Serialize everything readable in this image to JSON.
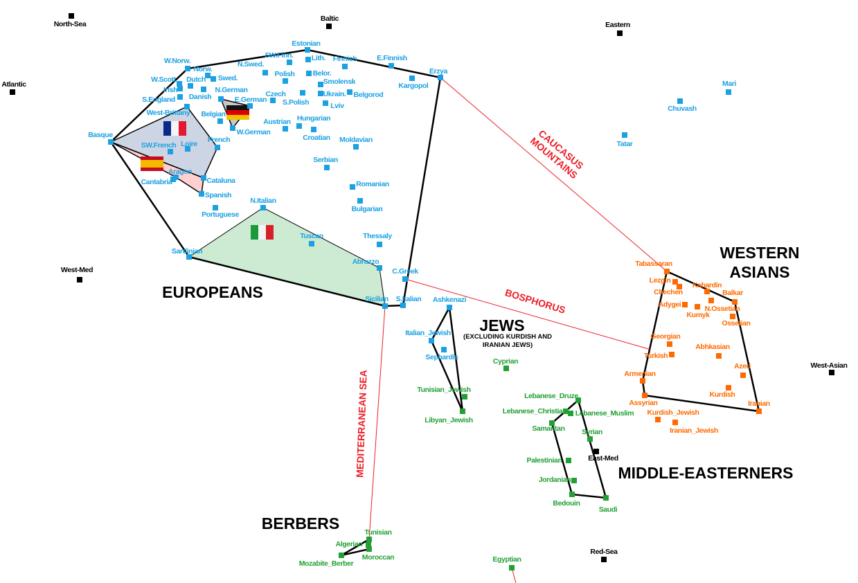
{
  "colors": {
    "europe": "#1ba1e2",
    "westasia": "#ff6a00",
    "mideast": "#22a035",
    "ref": "#000000",
    "hull": "#000000",
    "route": "#ee1c25"
  },
  "points": [
    {
      "label": "North-Sea",
      "group": "ref"
    },
    {
      "label": "Baltic",
      "group": "ref"
    },
    {
      "label": "Eastern",
      "group": "ref"
    },
    {
      "label": "Atlantic",
      "group": "ref"
    },
    {
      "label": "West-Med",
      "group": "ref"
    },
    {
      "label": "West-Asian",
      "group": "ref"
    },
    {
      "label": "Red-Sea",
      "group": "ref"
    },
    {
      "label": "East-Med",
      "group": "ref"
    },
    {
      "label": "Estonian",
      "group": "europe"
    },
    {
      "label": "W.Norw.",
      "group": "europe"
    },
    {
      "label": "Norw.",
      "group": "europe"
    },
    {
      "label": "Swed.",
      "group": "europe"
    },
    {
      "label": "SW.Finn.",
      "group": "europe"
    },
    {
      "label": "N.Swed.",
      "group": "europe"
    },
    {
      "label": "Lith.",
      "group": "europe"
    },
    {
      "label": "Finnish",
      "group": "europe"
    },
    {
      "label": "E.Finnish",
      "group": "europe"
    },
    {
      "label": "Kargopol",
      "group": "europe"
    },
    {
      "label": "Erzya",
      "group": "europe"
    },
    {
      "label": "Polish",
      "group": "europe"
    },
    {
      "label": "Belor.",
      "group": "europe"
    },
    {
      "label": "W.Scott",
      "group": "europe"
    },
    {
      "label": "Irish",
      "group": "europe"
    },
    {
      "label": "Dutch",
      "group": "europe"
    },
    {
      "label": "Danish",
      "group": "europe"
    },
    {
      "label": "N.German",
      "group": "europe"
    },
    {
      "label": "S.England",
      "group": "europe"
    },
    {
      "label": "Smolensk",
      "group": "europe"
    },
    {
      "label": "Czech",
      "group": "europe"
    },
    {
      "label": "Ukrain.",
      "group": "europe"
    },
    {
      "label": "Belgorod",
      "group": "europe"
    },
    {
      "label": "E.German",
      "group": "europe"
    },
    {
      "label": "S.Polish",
      "group": "europe"
    },
    {
      "label": "Lviv",
      "group": "europe"
    },
    {
      "label": "West-Brittany",
      "group": "europe"
    },
    {
      "label": "Belgian",
      "group": "europe"
    },
    {
      "label": "W.German",
      "group": "europe"
    },
    {
      "label": "Austrian",
      "group": "europe"
    },
    {
      "label": "Hungarian",
      "group": "europe"
    },
    {
      "label": "Croatian",
      "group": "europe"
    },
    {
      "label": "Moldavian",
      "group": "europe"
    },
    {
      "label": "Basque",
      "group": "europe"
    },
    {
      "label": "SW.French",
      "group": "europe"
    },
    {
      "label": "Loire",
      "group": "europe"
    },
    {
      "label": "French",
      "group": "europe"
    },
    {
      "label": "Serbian",
      "group": "europe"
    },
    {
      "label": "Aragon",
      "group": "europe"
    },
    {
      "label": "Cantabria",
      "group": "europe"
    },
    {
      "label": "Cataluna",
      "group": "europe"
    },
    {
      "label": "Spanish",
      "group": "europe"
    },
    {
      "label": "Romanian",
      "group": "europe"
    },
    {
      "label": "Bulgarian",
      "group": "europe"
    },
    {
      "label": "N.Italian",
      "group": "europe"
    },
    {
      "label": "Portuguese",
      "group": "europe"
    },
    {
      "label": "Tuscan",
      "group": "europe"
    },
    {
      "label": "Thessaly",
      "group": "europe"
    },
    {
      "label": "Sardinian",
      "group": "europe"
    },
    {
      "label": "Abruzzo",
      "group": "europe"
    },
    {
      "label": "C.Greek",
      "group": "europe"
    },
    {
      "label": "Sicilian",
      "group": "europe"
    },
    {
      "label": "S.Italian",
      "group": "europe"
    },
    {
      "label": "Ashkenazi",
      "group": "europe"
    },
    {
      "label": "Italian_Jewish",
      "group": "europe"
    },
    {
      "label": "Sephardic",
      "group": "europe"
    },
    {
      "label": "Mari",
      "group": "europe"
    },
    {
      "label": "Chuvash",
      "group": "europe"
    },
    {
      "label": "Tatar",
      "group": "europe"
    },
    {
      "label": "Tunisian_Jewish",
      "group": "mideast"
    },
    {
      "label": "Libyan_Jewish",
      "group": "mideast"
    },
    {
      "label": "Cyprian",
      "group": "mideast"
    },
    {
      "label": "Lebanese_Druze",
      "group": "mideast"
    },
    {
      "label": "Lebanese_Christian",
      "group": "mideast"
    },
    {
      "label": "Lebanese_Muslim",
      "group": "mideast"
    },
    {
      "label": "Samaritan",
      "group": "mideast"
    },
    {
      "label": "Syrian",
      "group": "mideast"
    },
    {
      "label": "Palestinian",
      "group": "mideast"
    },
    {
      "label": "Jordanian",
      "group": "mideast"
    },
    {
      "label": "Bedouin",
      "group": "mideast"
    },
    {
      "label": "Saudi",
      "group": "mideast"
    },
    {
      "label": "Tunisian",
      "group": "mideast"
    },
    {
      "label": "Algerian",
      "group": "mideast"
    },
    {
      "label": "Moroccan",
      "group": "mideast"
    },
    {
      "label": "Mozabite_Berber",
      "group": "mideast"
    },
    {
      "label": "Egyptian",
      "group": "mideast"
    },
    {
      "label": "Tabassaran",
      "group": "westasia"
    },
    {
      "label": "Lezgin",
      "group": "westasia"
    },
    {
      "label": "Chechen",
      "group": "westasia"
    },
    {
      "label": "Kabardin",
      "group": "westasia"
    },
    {
      "label": "Balkar",
      "group": "westasia"
    },
    {
      "label": "Adygei",
      "group": "westasia"
    },
    {
      "label": "Kumyk",
      "group": "westasia"
    },
    {
      "label": "N.Ossetian",
      "group": "westasia"
    },
    {
      "label": "Ossetian",
      "group": "westasia"
    },
    {
      "label": "Georgian",
      "group": "westasia"
    },
    {
      "label": "Turkish",
      "group": "westasia"
    },
    {
      "label": "Abhkasian",
      "group": "westasia"
    },
    {
      "label": "Azeri",
      "group": "westasia"
    },
    {
      "label": "Armenian",
      "group": "westasia"
    },
    {
      "label": "Kurdish",
      "group": "westasia"
    },
    {
      "label": "Assyrian",
      "group": "westasia"
    },
    {
      "label": "Iranian",
      "group": "westasia"
    },
    {
      "label": "Kurdish_Jewish",
      "group": "westasia"
    },
    {
      "label": "Iranian_Jewish",
      "group": "westasia"
    }
  ],
  "groups": {
    "europeans": "EUROPEANS",
    "jews": "JEWS",
    "jews_note_1": "(EXCLUDING KURDISH AND",
    "jews_note_2": "IRANIAN JEWS)",
    "western_asians_1": "WESTERN",
    "western_asians_2": "ASIANS",
    "middle_easterners": "MIDDLE-EASTERNERS",
    "berbers": "BERBERS"
  },
  "geography": {
    "caucasus_1": "CAUCASUS",
    "caucasus_2": "MOUNTAINS",
    "bosphorus": "BOSPHORUS",
    "mediterranean": "MEDITERRANEAN SEA"
  },
  "flags": [
    "france-flag",
    "germany-flag",
    "spain-flag",
    "italy-flag"
  ]
}
